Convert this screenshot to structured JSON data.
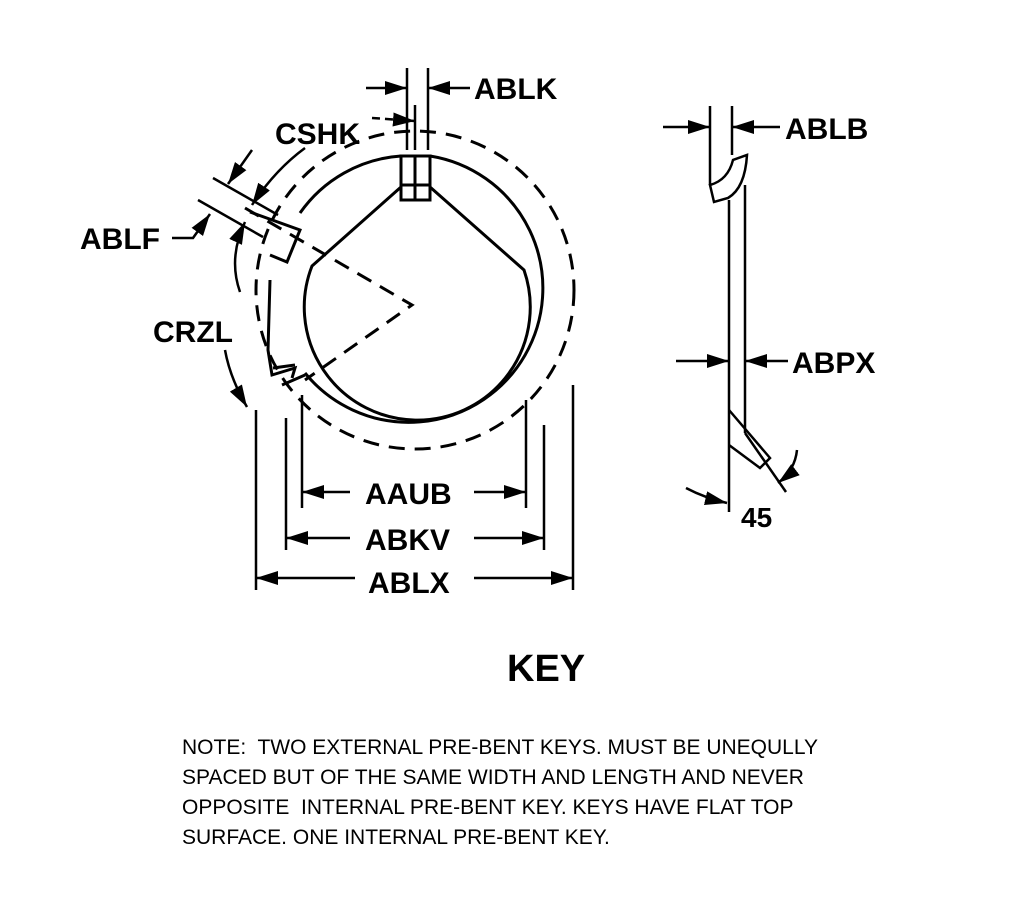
{
  "labels": {
    "ablk": "ABLK",
    "cshk": "CSHK",
    "ablf": "ABLF",
    "crzl": "CRZL",
    "aaub": "AAUB",
    "abkv": "ABKV",
    "ablx": "ABLX",
    "ablb": "ABLB",
    "abpx": "ABPX",
    "angle": "45"
  },
  "title": "KEY",
  "note": [
    "NOTE:  TWO EXTERNAL PRE-BENT KEYS. MUST BE UNEQULLY",
    "SPACED BUT OF THE SAME WIDTH AND LENGTH AND NEVER",
    "OPPOSITE  INTERNAL PRE-BENT KEY. KEYS HAVE FLAT TOP",
    "SURFACE. ONE INTERNAL PRE-BENT KEY."
  ]
}
